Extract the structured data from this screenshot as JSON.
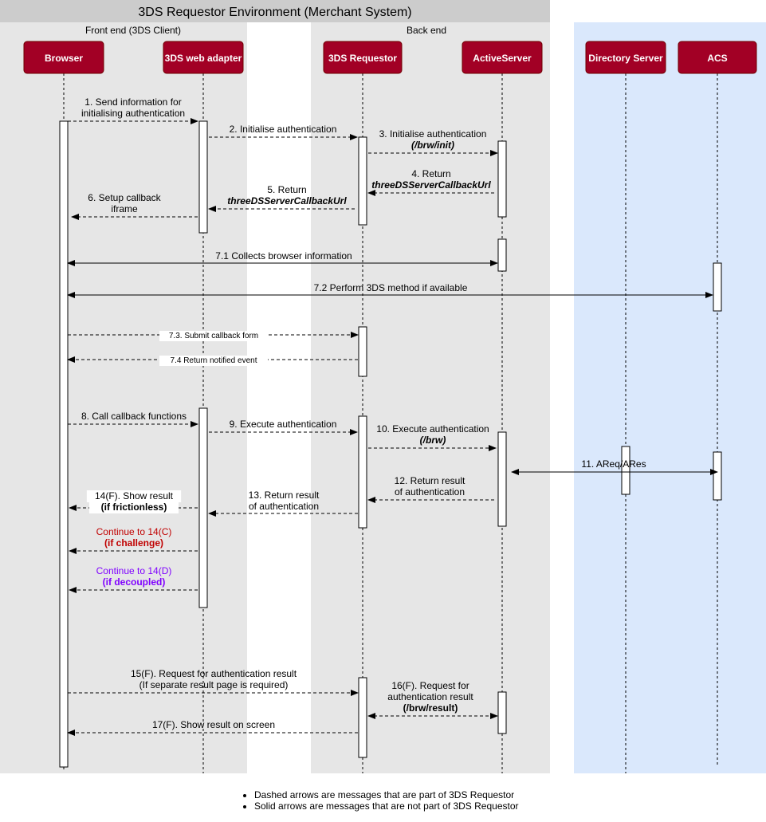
{
  "colors": {
    "env_title_bar": "#cccccc",
    "frontend_bg": "#e6e6e6",
    "backend_bg": "#e6e6e6",
    "external_bg": "#dae8fc",
    "participant_fill": "#a20025",
    "participant_text": "#ffffff",
    "challenge_text": "#c00000",
    "decoupled_text": "#7f00ff"
  },
  "environment": {
    "title": "3DS Requestor Environment (Merchant System)",
    "frontend_label": "Front end (3DS Client)",
    "backend_label": "Back end"
  },
  "participants": [
    {
      "id": "browser",
      "label": "Browser"
    },
    {
      "id": "adapter",
      "label": "3DS web adapter"
    },
    {
      "id": "requestor",
      "label": "3DS Requestor"
    },
    {
      "id": "activeserver",
      "label": "ActiveServer"
    },
    {
      "id": "ds",
      "label": "Directory Server"
    },
    {
      "id": "acs",
      "label": "ACS"
    }
  ],
  "messages": [
    {
      "id": "m1",
      "lines": [
        "1. Send information for",
        "initialising authentication"
      ]
    },
    {
      "id": "m2",
      "lines": [
        "2. Initialise authentication"
      ]
    },
    {
      "id": "m3",
      "lines": [
        "3. Initialise authentication",
        "(/brw/init)"
      ]
    },
    {
      "id": "m4",
      "lines": [
        "4. Return",
        "threeDSServerCallbackUrl"
      ]
    },
    {
      "id": "m5",
      "lines": [
        "5. Return",
        "threeDSServerCallbackUrl"
      ]
    },
    {
      "id": "m6",
      "lines": [
        "6. Setup callback",
        "iframe"
      ]
    },
    {
      "id": "m71",
      "lines": [
        "7.1 Collects browser information"
      ]
    },
    {
      "id": "m72",
      "lines": [
        "7.2 Perform 3DS method if available"
      ]
    },
    {
      "id": "m73",
      "lines": [
        "7.3. Submit callback form"
      ]
    },
    {
      "id": "m74",
      "lines": [
        "7.4 Return notified event"
      ]
    },
    {
      "id": "m8",
      "lines": [
        "8. Call callback functions"
      ]
    },
    {
      "id": "m9",
      "lines": [
        "9. Execute authentication"
      ]
    },
    {
      "id": "m10",
      "lines": [
        "10. Execute authentication",
        "(/brw)"
      ]
    },
    {
      "id": "m11",
      "lines": [
        "11. AReq/ARes"
      ]
    },
    {
      "id": "m12",
      "lines": [
        "12. Return result",
        "of authentication"
      ]
    },
    {
      "id": "m13",
      "lines": [
        "13. Return result",
        "of authentication"
      ]
    },
    {
      "id": "m14f",
      "lines": [
        "14(F). Show result",
        "(if frictionless)"
      ]
    },
    {
      "id": "m14c",
      "lines": [
        "Continue to 14(C)",
        "(if challenge)"
      ]
    },
    {
      "id": "m14d",
      "lines": [
        "Continue to 14(D)",
        "(if decoupled)"
      ]
    },
    {
      "id": "m15",
      "lines": [
        "15(F). Request for authentication result",
        "(If separate result page is required)"
      ]
    },
    {
      "id": "m16",
      "lines": [
        "16(F). Request for",
        "authentication result",
        "(/brw/result)"
      ]
    },
    {
      "id": "m17",
      "lines": [
        "17(F). Show result on screen"
      ]
    }
  ],
  "notes": [
    "Dashed arrows are messages that are part of 3DS Requestor",
    "Solid arrows are messages that are not part of 3DS Requestor"
  ]
}
